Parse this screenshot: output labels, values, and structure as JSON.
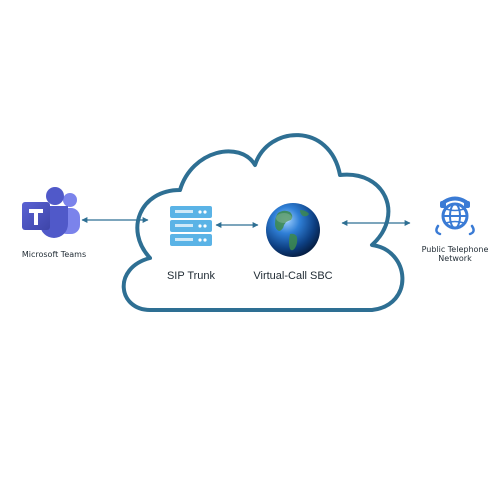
{
  "colors": {
    "cloud_stroke": "#2e6f93",
    "arrow": "#2e6f93",
    "teams_purple": "#5059c9",
    "teams_purple_dark": "#4b53bc",
    "sip_server": "#5ab3e6",
    "globe_dark": "#0b3a74",
    "phone_icon": "#3a7bd5",
    "label_text": "#1f2a33"
  },
  "nodes": {
    "teams": {
      "label": "Microsoft Teams",
      "icon": "microsoft-teams-icon"
    },
    "sip_trunk": {
      "label": "SIP Trunk",
      "icon": "server-stack-icon"
    },
    "sbc": {
      "label": "Virtual-Call SBC",
      "icon": "globe-icon"
    },
    "pstn": {
      "label_line1": "Public Telephone",
      "label_line2": "Network",
      "icon": "globe-phone-icon"
    }
  },
  "connections": [
    {
      "from": "Microsoft Teams",
      "to": "SIP Trunk",
      "bidirectional": true
    },
    {
      "from": "SIP Trunk",
      "to": "Virtual-Call SBC",
      "bidirectional": true
    },
    {
      "from": "Virtual-Call SBC",
      "to": "Public Telephone Network",
      "bidirectional": true
    }
  ],
  "container": {
    "shape": "cloud",
    "contains": [
      "SIP Trunk",
      "Virtual-Call SBC"
    ]
  }
}
